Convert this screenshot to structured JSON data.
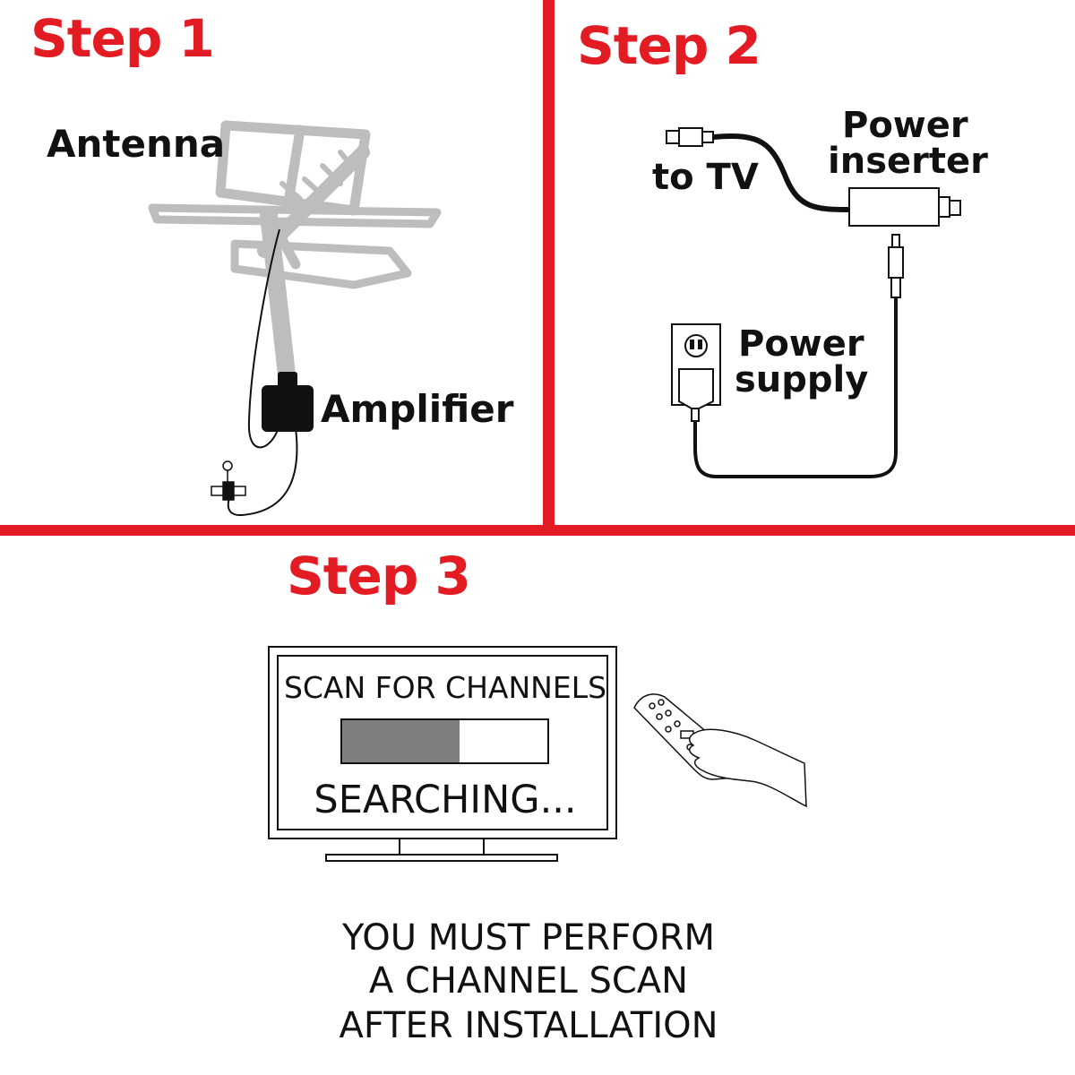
{
  "colors": {
    "accent": "#e31b23",
    "antenna_gray": "#bdbdbd",
    "ink": "#111111",
    "progress_fill": "#7f7f7f"
  },
  "step1": {
    "title": "Step 1",
    "antenna_label": "Antenna",
    "amplifier_label": "Amplifier"
  },
  "step2": {
    "title": "Step 2",
    "to_tv_label": "to TV",
    "inserter_label_line1": "Power",
    "inserter_label_line2": "inserter",
    "supply_label_line1": "Power",
    "supply_label_line2": "supply"
  },
  "step3": {
    "title": "Step 3",
    "tv_screen": {
      "heading": "SCAN FOR CHANNELS",
      "status": "SEARCHING...",
      "progress": 0.57
    },
    "instruction_lines": [
      "YOU MUST PERFORM",
      "A CHANNEL SCAN",
      "AFTER INSTALLATION"
    ]
  },
  "icons": [
    "antenna-icon",
    "amplifier-icon",
    "splitter-icon",
    "coax-connector-icon",
    "power-inserter-icon",
    "wall-outlet-icon",
    "power-adapter-icon",
    "tv-icon",
    "remote-icon",
    "hand-icon"
  ]
}
